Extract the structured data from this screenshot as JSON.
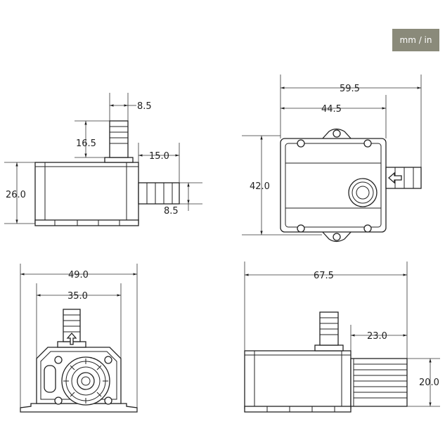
{
  "unit_toggle": {
    "label": "mm / in"
  },
  "side_view": {
    "barb_diameter": "8.5",
    "barb_height": "16.5",
    "outlet_length": "15.0",
    "body_height": "26.0",
    "outlet_diameter": "8.5"
  },
  "top_view": {
    "overall_length": "59.5",
    "body_length": "44.5",
    "body_width": "42.0"
  },
  "front_view": {
    "base_width": "49.0",
    "body_width": "35.0"
  },
  "rear_view": {
    "overall_length": "67.5",
    "filter_length": "23.0",
    "filter_height": "20.0"
  }
}
